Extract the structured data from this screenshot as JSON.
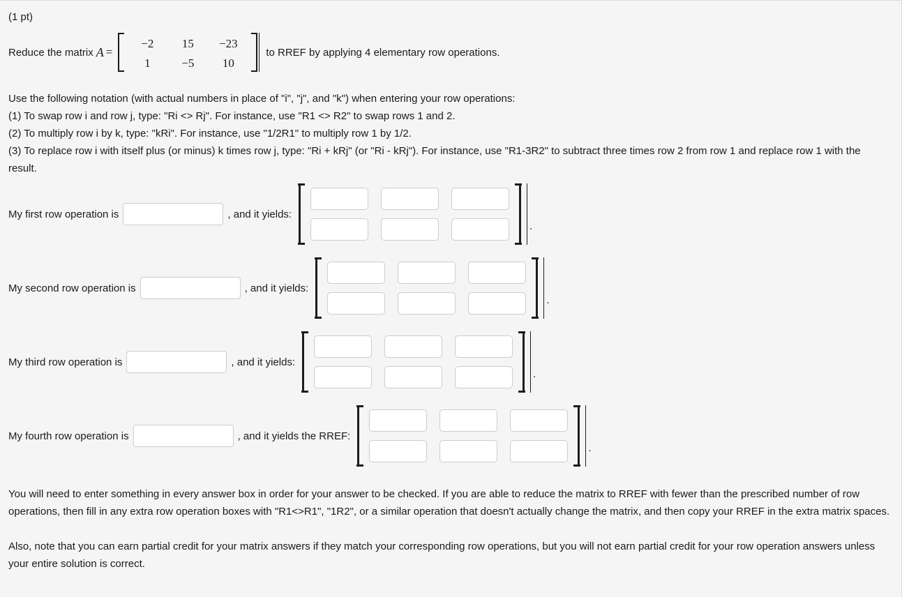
{
  "problem": {
    "points": "(1 pt)",
    "prompt_prefix": "Reduce the matrix",
    "variable": "A",
    "equals": "=",
    "matrix": {
      "rows": [
        [
          "−2",
          "15",
          "−23"
        ],
        [
          "1",
          "−5",
          "10"
        ]
      ]
    },
    "prompt_suffix": "to RREF by applying 4 elementary row operations."
  },
  "notation": {
    "intro": "Use the following notation (with actual numbers in place of \"i\", \"j\", and \"k\") when entering your row operations:",
    "rules": [
      "(1) To swap row i and row j, type: \"Ri <> Rj\". For instance, use \"R1 <> R2\" to swap rows 1 and 2.",
      "(2) To multiply row i by k, type: \"kRi\". For instance, use \"1/2R1\" to multiply row 1 by 1/2.",
      "(3) To replace row i with itself plus (or minus) k times row j, type: \"Ri + kRj\" (or \"Ri - kRj\"). For instance, use \"R1-3R2\" to subtract three times row 2 from row 1 and replace row 1 with the result."
    ]
  },
  "operations": [
    {
      "label": "My first row operation is",
      "op_value": "",
      "yields_label": ", and it yields:",
      "matrix_values": [
        [
          "",
          "",
          ""
        ],
        [
          "",
          "",
          ""
        ]
      ],
      "trailing": "."
    },
    {
      "label": "My second row operation is",
      "op_value": "",
      "yields_label": ", and it yields:",
      "matrix_values": [
        [
          "",
          "",
          ""
        ],
        [
          "",
          "",
          ""
        ]
      ],
      "trailing": "."
    },
    {
      "label": "My third row operation is",
      "op_value": "",
      "yields_label": ", and it yields:",
      "matrix_values": [
        [
          "",
          "",
          ""
        ],
        [
          "",
          "",
          ""
        ]
      ],
      "trailing": "."
    },
    {
      "label": "My fourth row operation is",
      "op_value": "",
      "yields_label": ", and it yields the RREF:",
      "matrix_values": [
        [
          "",
          "",
          ""
        ],
        [
          "",
          "",
          ""
        ]
      ],
      "trailing": "."
    }
  ],
  "footnotes": [
    "You will need to enter something in every answer box in order for your answer to be checked. If you are able to reduce the matrix to RREF with fewer than the prescribed number of row operations, then fill in any extra row operation boxes with \"R1<>R1\", \"1R2\", or a similar operation that doesn't actually change the matrix, and then copy your RREF in the extra matrix spaces.",
    "Also, note that you can earn partial credit for your matrix answers if they match your corresponding row operations, but you will not earn partial credit for your row operation answers unless your entire solution is correct."
  ],
  "style": {
    "page_background": "#f5f5f5",
    "text_color": "#1a1a1a",
    "input_background": "#ffffff",
    "input_border": "#cccccc",
    "bracket_color": "#1d1d1d"
  }
}
